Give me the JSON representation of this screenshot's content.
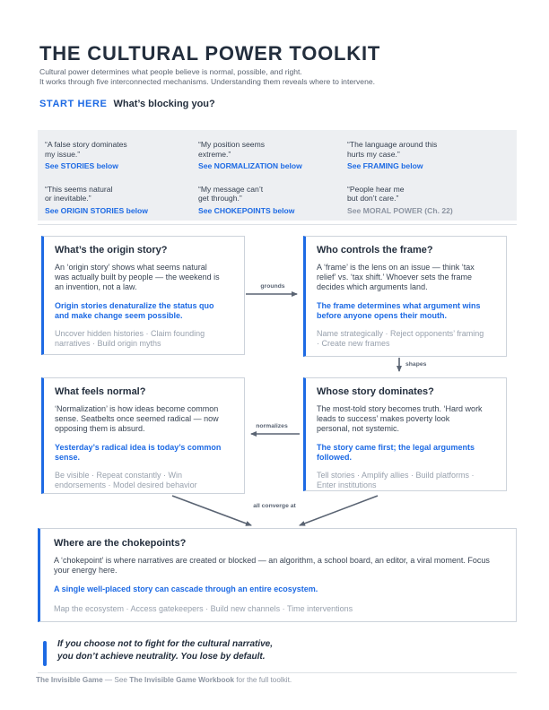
{
  "colors": {
    "accent": "#1d6ae4",
    "ink": "#232e3d",
    "muted": "#8d95a2",
    "arrow": "#5a6473",
    "panel_bg": "#edeff2"
  },
  "header": {
    "title": "THE CULTURAL POWER TOOLKIT",
    "subtitle_line1": "Cultural power determines what people believe is normal, possible, and right.",
    "subtitle_line2": "It works through five interconnected mechanisms. Understanding them reveals where to intervene.",
    "start_label": "START HERE",
    "start_question": "What’s blocking you?"
  },
  "symptoms": [
    {
      "l1": "“A false story dominates",
      "l2": "my issue.”",
      "link": "See STORIES below"
    },
    {
      "l1": "“My position seems",
      "l2": "extreme.”",
      "link": "See NORMALIZATION below"
    },
    {
      "l1": "“The language around this",
      "l2": "hurts my case.”",
      "link": "See FRAMING below"
    },
    {
      "l1": "“This seems natural",
      "l2": "or inevitable.”",
      "link": "See ORIGIN STORIES below"
    },
    {
      "l1": "“My message can’t",
      "l2": "get through.”",
      "link": "See CHOKEPOINTS below"
    },
    {
      "l1": "“People hear me",
      "l2": "but don’t care.”",
      "link": "See MORAL POWER (Ch. 22)"
    }
  ],
  "boxes": {
    "origin": {
      "title": "What’s the origin story?",
      "body": "An ‘origin story’ shows what seems natural was actually built by people — the weekend is an invention, not a law.",
      "key": "Origin stories denaturalize the status quo and make change seem possible.",
      "actions": "Uncover hidden histories · Claim founding narratives · Build origin myths"
    },
    "frame": {
      "title": "Who controls the frame?",
      "body": "A ‘frame’ is the lens on an issue — think ‘tax relief’ vs. ‘tax shift.’ Whoever sets the frame decides which arguments land.",
      "key": "The frame determines what argument wins before anyone opens their mouth.",
      "actions": "Name strategically · Reject opponents’ framing · Create new frames"
    },
    "normal": {
      "title": "What feels normal?",
      "body": "‘Normalization’ is how ideas become common sense. Seatbelts once seemed radical — now opposing them is absurd.",
      "key": "Yesterday’s radical idea is today’s common sense.",
      "actions": "Be visible · Repeat constantly · Win endorsements · Model desired behavior"
    },
    "story": {
      "title": "Whose story dominates?",
      "body": "The most-told story becomes truth. ‘Hard work leads to success’ makes poverty look personal, not systemic.",
      "key": "The story came first; the legal arguments followed.",
      "actions": "Tell stories · Amplify allies · Build platforms · Enter institutions"
    },
    "chokepoints": {
      "title": "Where are the chokepoints?",
      "body": "A ‘chokepoint’ is where narratives are created or blocked — an algorithm, a school board, an editor, a viral moment. Focus your energy here.",
      "key": "A single well-placed story can cascade through an entire ecosystem.",
      "actions": "Map the ecosystem · Access gatekeepers · Build new channels · Time interventions"
    }
  },
  "arrows": {
    "grounds": "grounds",
    "shapes": "shapes",
    "normalizes": "normalizes",
    "converge": "all converge at"
  },
  "quote": {
    "line1": "If you choose not to fight for the cultural narrative,",
    "line2": "you don’t achieve neutrality. You lose by default."
  },
  "footer": {
    "part1": "The Invisible Game",
    "part2": " — See ",
    "part3": "The Invisible Game Workbook",
    "part4": " for the full toolkit."
  }
}
